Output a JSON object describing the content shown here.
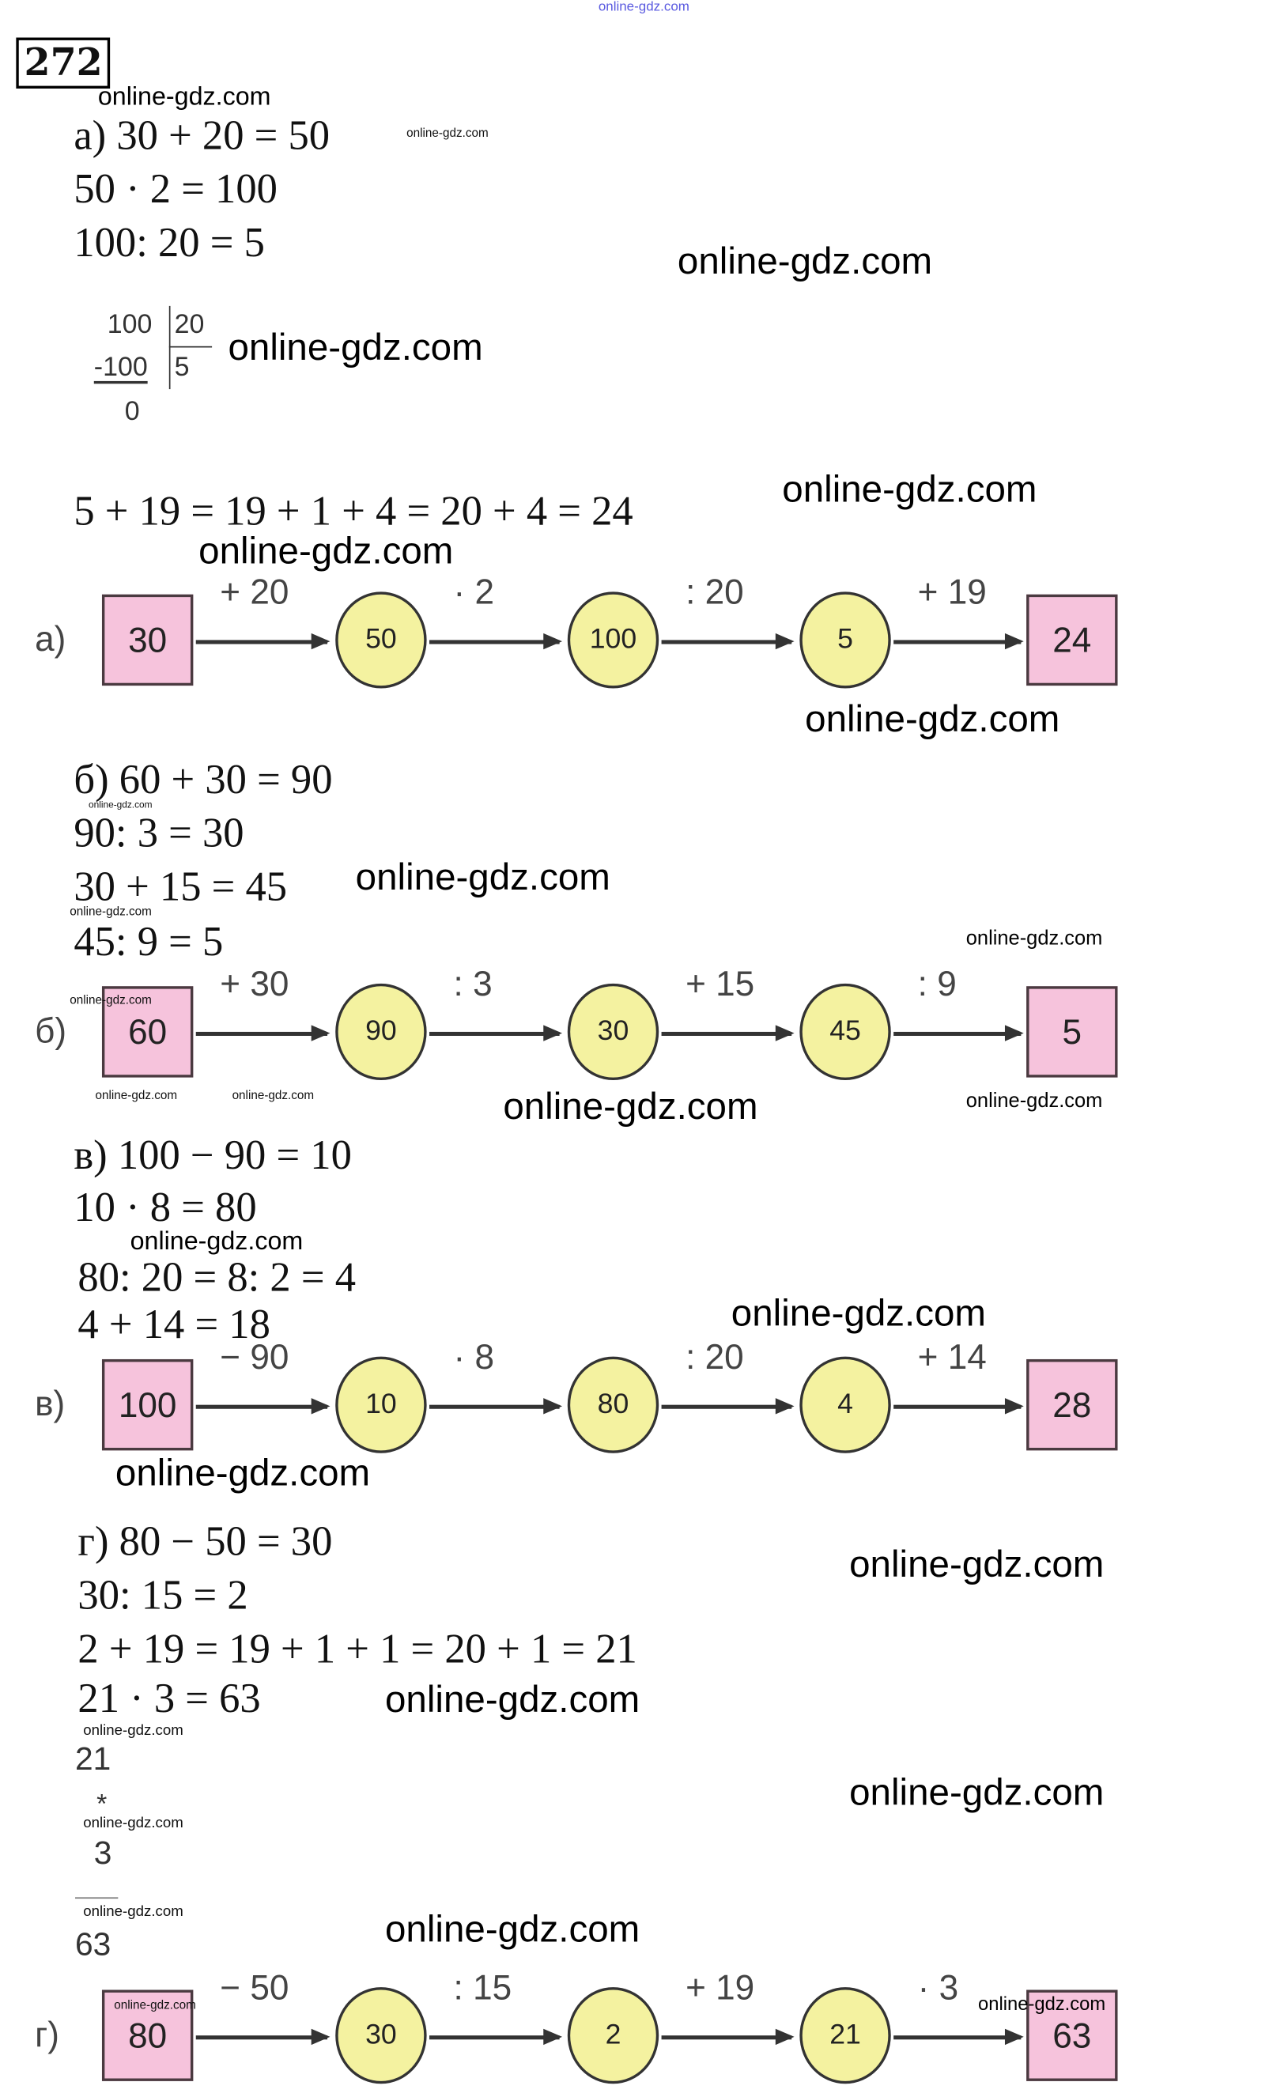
{
  "top_watermark": "online-gdz.com",
  "problem_number": "272",
  "watermark": "online-gdz.com",
  "part_a": {
    "lines": [
      "а) 30 + 20 = 50",
      "50 · 2 = 100",
      "100: 20 = 5"
    ],
    "division": {
      "dividend": "100",
      "divisor": "20",
      "subtract": "-100",
      "quotient": "5",
      "remainder": "0"
    },
    "extra": "5 + 19 = 19 + 1 + 4 = 20 + 4 = 24"
  },
  "part_b": {
    "lines": [
      "б) 60 + 30 = 90",
      "90: 3 = 30",
      "30 + 15 = 45",
      "45: 9 = 5"
    ]
  },
  "part_v": {
    "lines": [
      "в) 100 − 90 = 10",
      "10 · 8 = 80",
      "80: 20 = 8: 2 = 4",
      "4 + 14 = 18"
    ]
  },
  "part_g": {
    "lines": [
      "г) 80 − 50 = 30",
      "30: 15 = 2",
      "2 + 19 = 19 + 1 + 1 = 20 + 1 = 21",
      "21 · 3 = 63"
    ],
    "column": {
      "a": "21",
      "op": "*",
      "b": "3",
      "result": "63"
    }
  },
  "chains": [
    {
      "label": "а)",
      "start": "30",
      "ops": [
        "+ 20",
        "· 2",
        ": 20",
        "+ 19"
      ],
      "nodes": [
        "50",
        "100",
        "5"
      ],
      "end": "24"
    },
    {
      "label": "б)",
      "start": "60",
      "ops": [
        "+ 30",
        ": 3",
        "+ 15",
        ": 9"
      ],
      "nodes": [
        "90",
        "30",
        "45"
      ],
      "end": "5"
    },
    {
      "label": "в)",
      "start": "100",
      "ops": [
        "− 90",
        "· 8",
        ": 20",
        "+ 14"
      ],
      "nodes": [
        "10",
        "80",
        "4"
      ],
      "end": "28"
    },
    {
      "label": "г)",
      "start": "80",
      "ops": [
        "− 50",
        ": 15",
        "+ 19",
        "· 3"
      ],
      "nodes": [
        "30",
        "2",
        "21"
      ],
      "end": "63"
    }
  ]
}
